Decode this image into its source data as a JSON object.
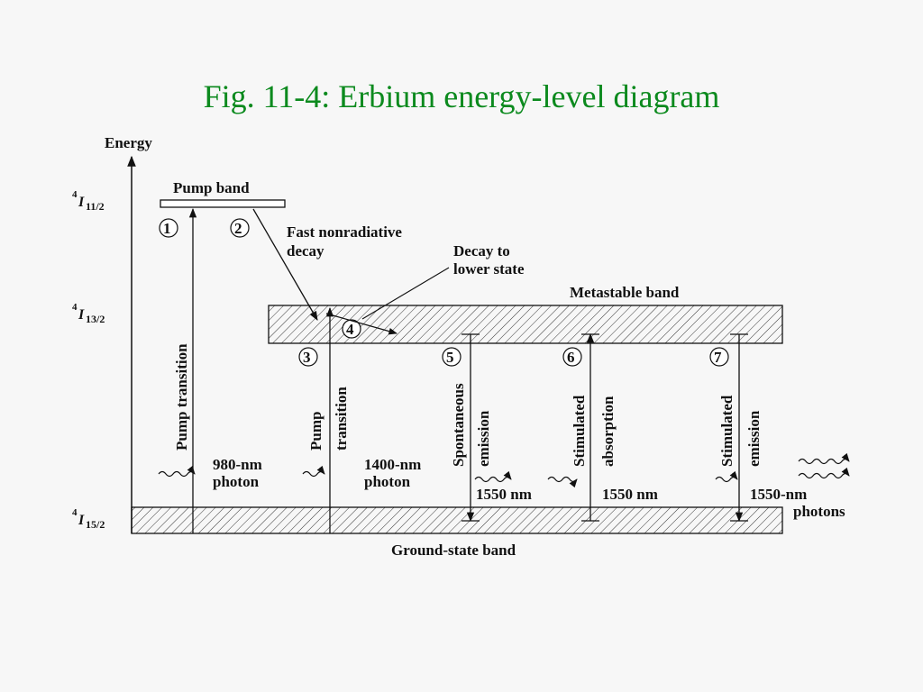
{
  "title": "Fig. 11-4: Erbium energy-level diagram",
  "diagram": {
    "axis_label": "Energy",
    "levels": [
      {
        "sup": "4",
        "name": "I",
        "sub": "11/2"
      },
      {
        "sup": "4",
        "name": "I",
        "sub": "13/2"
      },
      {
        "sup": "4",
        "name": "I",
        "sub": "15/2"
      }
    ],
    "bands": {
      "pump": "Pump band",
      "metastable": "Metastable band",
      "ground": "Ground-state band"
    },
    "markers": [
      "1",
      "2",
      "3",
      "4",
      "5",
      "6",
      "7"
    ],
    "labels": {
      "fast_decay_1": "Fast nonradiative",
      "fast_decay_2": "decay",
      "lower_decay_1": "Decay to",
      "lower_decay_2": "lower state",
      "pump_transition": "Pump transition",
      "pump2_line1": "Pump",
      "pump2_line2": "transition",
      "spont_line1": "Spontaneous",
      "spont_line2": "emission",
      "stim_abs_line1": "Stimulated",
      "stim_abs_line2": "absorption",
      "stim_em_line1": "Stimulated",
      "stim_em_line2": "emission",
      "photon_980_1": "980-nm",
      "photon_980_2": "photon",
      "photon_1400_1": "1400-nm",
      "photon_1400_2": "photon",
      "nm_1550_a": "1550 nm",
      "nm_1550_b": "1550 nm",
      "nm_1550_c": "1550-nm",
      "photons": "photons"
    }
  }
}
